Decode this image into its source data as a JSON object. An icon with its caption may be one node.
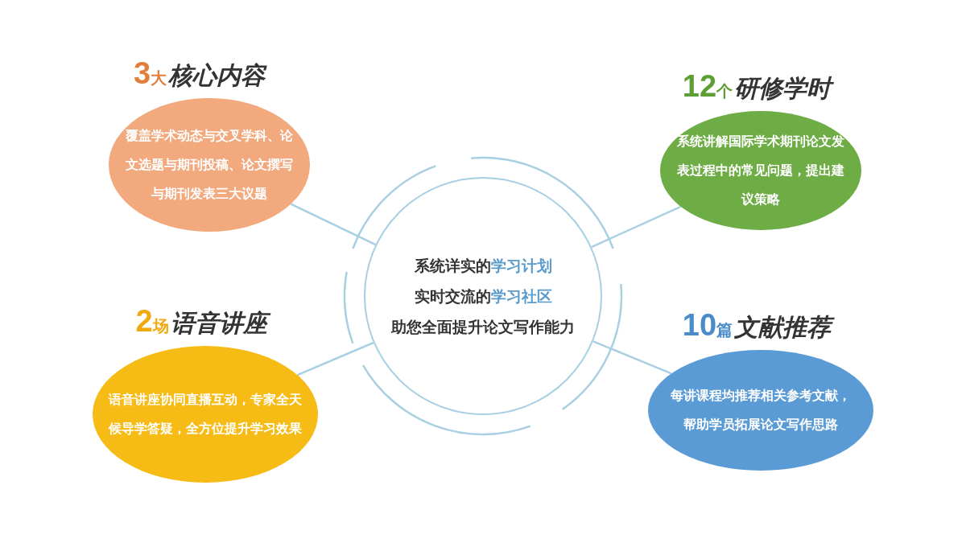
{
  "diagram": {
    "nodes": [
      {
        "text": [
          "3大核心内容",
          "覆盖学术动态与交叉学科、论文选题与期刊投稿、论文撰写与期刊发表三大议题"
        ]
      },
      {
        "text": [
          "12个研修学时",
          "系统讲解国际学术期刊论文发表过程中的常见问题，提出建议策略"
        ]
      },
      {
        "text": [
          "系统详实的学习计划",
          "实时交流的学习社区",
          "助您全面提升论文写作能力"
        ]
      },
      {
        "text": [
          "2场语音讲座",
          "语音讲座协同直播互动，专家全天候导学答疑，全方位提升学习效果"
        ]
      },
      {
        "text": [
          "10篇文献推荐",
          "每讲课程均推荐相关参考文献，帮助学员拓展论文写作思路"
        ]
      }
    ],
    "edges": [
      {
        "from": 0,
        "to": 2,
        "arrow": "none"
      },
      {
        "from": 1,
        "to": 2,
        "arrow": "none"
      },
      {
        "from": 3,
        "to": 2,
        "arrow": "none"
      },
      {
        "from": 4,
        "to": 2,
        "arrow": "none"
      }
    ]
  }
}
